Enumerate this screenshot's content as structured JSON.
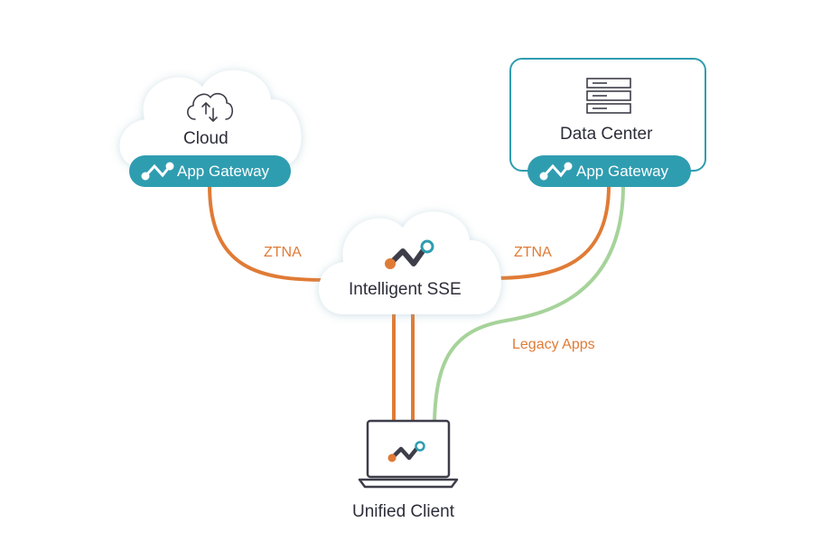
{
  "nodes": {
    "cloud": {
      "label": "Cloud",
      "icon": "cloud-sync-icon"
    },
    "data_center": {
      "label": "Data Center",
      "icon": "server-rack-icon"
    },
    "sse": {
      "label": "Intelligent SSE",
      "icon": "network-logo-icon"
    },
    "client": {
      "label": "Unified Client",
      "icon": "laptop-icon"
    }
  },
  "gateways": {
    "cloud": {
      "label": "App Gateway",
      "icon": "gateway-logo-icon"
    },
    "data_center": {
      "label": "App Gateway",
      "icon": "gateway-logo-icon"
    }
  },
  "edges": {
    "ztna_left": "ZTNA",
    "ztna_right": "ZTNA",
    "legacy": "Legacy Apps"
  },
  "colors": {
    "teal": "#2f9db0",
    "orange": "#e07b36",
    "green": "#a6d39a",
    "dark": "#3e3e4a",
    "text": "#2e2e3a"
  }
}
